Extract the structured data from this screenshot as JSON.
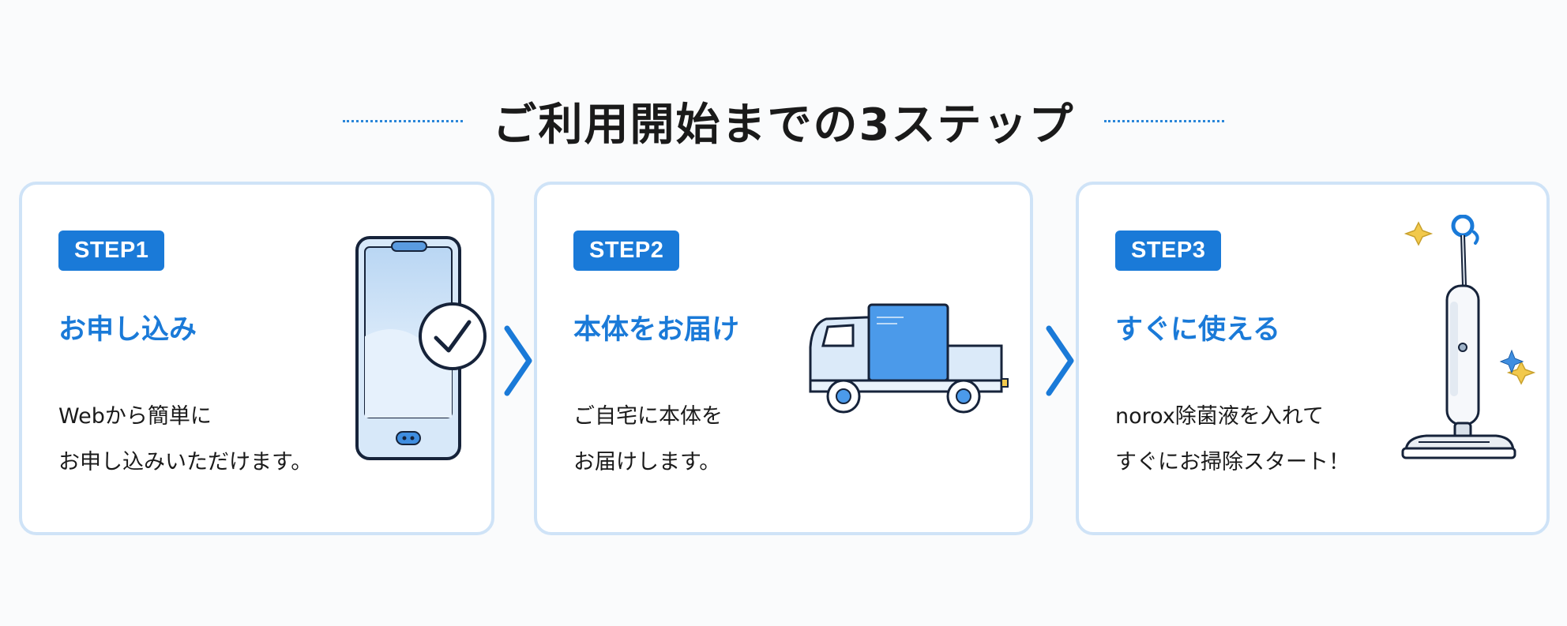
{
  "header": {
    "title": "ご利用開始までの3ステップ"
  },
  "steps": [
    {
      "badge": "STEP1",
      "title": "お申し込み",
      "lines": [
        "Webから簡単に",
        "お申し込みいただけます。"
      ],
      "icon": "smartphone-check-icon"
    },
    {
      "badge": "STEP2",
      "title": "本体をお届け",
      "lines": [
        "ご自宅に本体を",
        "お届けします。"
      ],
      "icon": "delivery-truck-icon"
    },
    {
      "badge": "STEP3",
      "title": "すぐに使える",
      "lines": [
        "norox除菌液を入れて",
        "すぐにお掃除スタート！"
      ],
      "icon": "stick-cleaner-icon"
    }
  ],
  "colors": {
    "accent": "#1a7ad8",
    "card_border": "#cfe3f7",
    "text": "#1a1a1a",
    "sparkle": "#f2c94c"
  },
  "arrow_icon": "chevron-right-icon"
}
